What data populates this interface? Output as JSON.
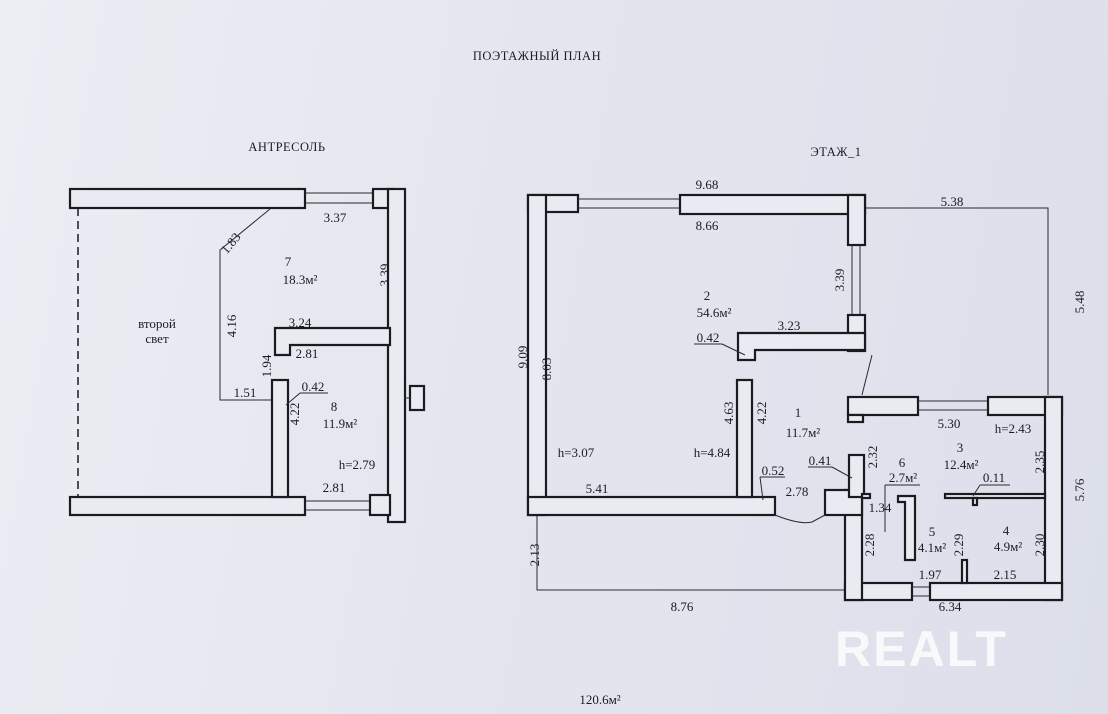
{
  "title": "ПОЭТАЖНЫЙ ПЛАН",
  "total_area": "120.6м²",
  "watermark": "REALT",
  "left_plan": {
    "title": "АНТРЕСОЛЬ",
    "labels": [
      "3.37",
      "1.83",
      "7",
      "18.3м²",
      "3.39",
      "4.16",
      "второй",
      "свет",
      "3.24",
      "2.81",
      "1.94",
      "1.51",
      "0.42",
      "8",
      "11.9м²",
      "4.22",
      "h=2.79",
      "2.81"
    ]
  },
  "right_plan": {
    "title": "ЭТАЖ_1",
    "labels": [
      "9.68",
      "8.66",
      "5.38",
      "3.39",
      "5.48",
      "2",
      "54.6м²",
      "0.42",
      "3.23",
      "9.09",
      "8.03",
      "4.63",
      "4.22",
      "1",
      "11.7м²",
      "5.30",
      "h=2.43",
      "3",
      "12.4м²",
      "2.35",
      "5.76",
      "h=3.07",
      "h=4.84",
      "0.52",
      "0.41",
      "2.32",
      "6",
      "2.7м²",
      "0.11",
      "1.34",
      "2.78",
      "5.41",
      "2.13",
      "2.28",
      "5",
      "4.1м²",
      "2.29",
      "4",
      "4.9м²",
      "2.30",
      "1.97",
      "2.15",
      "6.34",
      "8.76"
    ]
  }
}
